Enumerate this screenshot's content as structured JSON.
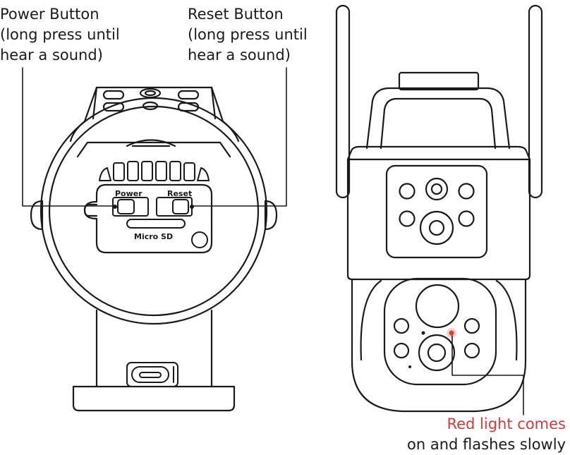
{
  "callouts": {
    "power": [
      "Power Button",
      "(long press until",
      "hear a sound)"
    ],
    "reset": [
      "Reset Button",
      "(long press until",
      "hear a sound)"
    ],
    "light": [
      "Red light comes",
      "on and flashes slowly"
    ]
  },
  "panel_labels": {
    "power": "Power",
    "reset": "Reset",
    "sd": "Micro SD"
  },
  "colors": {
    "stroke": "#1a1a1a",
    "indicator_red": "#e53935",
    "callout_red": "#d9383a"
  }
}
